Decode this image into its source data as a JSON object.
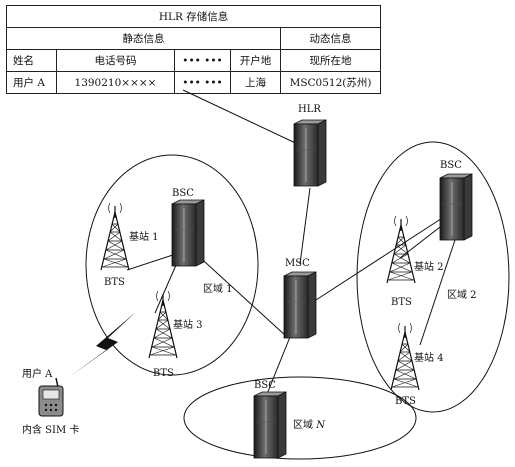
{
  "table": {
    "title": "HLR 存储信息",
    "static_header": "静态信息",
    "dynamic_header": "动态信息",
    "col_name": "姓名",
    "col_phone": "电话号码",
    "col_ellipsis": "••• •••",
    "col_home": "开户地",
    "col_location": "现所在地",
    "val_name": "用户 A",
    "val_phone": "1390210××××",
    "val_ellipsis": "••• •••",
    "val_home": "上海",
    "val_location": "MSC0512(苏州)"
  },
  "nodes": {
    "hlr": "HLR",
    "msc": "MSC",
    "bsc_left": "BSC",
    "bsc_right": "BSC",
    "bsc_bottom": "BSC",
    "bts": "BTS",
    "base1": "基站 1",
    "base2": "基站 2",
    "base3": "基站 3",
    "base4": "基站 4"
  },
  "regions": {
    "r1": "区域 1",
    "r2": "区域 2",
    "rn_prefix": "区域 ",
    "rn_suffix": "N"
  },
  "user": {
    "label": "用户 A",
    "sim": "内含 SIM 卡"
  }
}
